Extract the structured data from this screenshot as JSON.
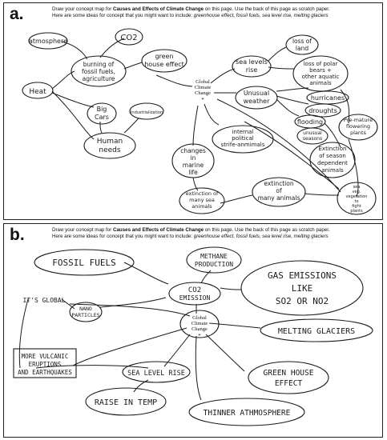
{
  "instructions": {
    "line1_pre": "Draw your concept map for ",
    "line1_bold": "Causes and Effects of Climate Change",
    "line1_post": " on this page. Use the back of this page as scratch paper.",
    "line2_pre": "Here are some ideas for concept that you might want to include: ",
    "line2_em": "greenhouse effect, fossil fuels, sea level rise, melting glaciers"
  },
  "panel_a": {
    "letter": "a.",
    "center": [
      "Global",
      "Climate",
      "Change"
    ],
    "nodes": {
      "atmosphere": "atmosphere",
      "co2": "CO2",
      "burning": [
        "burning of",
        "fossil fuels,",
        "agriculture"
      ],
      "greenhouse": [
        "green",
        "house effect"
      ],
      "heat": "Heat",
      "big_cars": [
        "Big",
        "Cars"
      ],
      "industrialization": "Industrialization",
      "human_needs": [
        "Human",
        "needs"
      ],
      "sea_levels": [
        "sea levels",
        "rise"
      ],
      "loss_of_land": [
        "loss of",
        "land"
      ],
      "polar_bears": [
        "loss of polar",
        "bears +",
        "other aquatic",
        "animals"
      ],
      "unusual_weather": [
        "Unusual",
        "weather"
      ],
      "hurricanes": "hurricanes",
      "droughts": "droughts",
      "flooding": "flooding",
      "unusual_seasons": [
        "unusual",
        "seasons"
      ],
      "premature": [
        "Pre-mature",
        "flowering",
        "plants"
      ],
      "extinction_season": [
        "Extinction",
        "of season",
        "dependent",
        "animals"
      ],
      "internal": [
        "internal",
        "political",
        "strife-anmimals"
      ],
      "marine": [
        "changes",
        "in",
        "marine",
        "life"
      ],
      "extinction_sea": [
        "extinction of",
        "many sea",
        "animals"
      ],
      "extinction_many": [
        "extinction",
        "of",
        "many animals"
      ],
      "sea_veg": [
        "sea",
        "veg.",
        "vegetation",
        "to",
        "fight",
        "plants"
      ]
    }
  },
  "panel_b": {
    "letter": "b.",
    "center": [
      "Global",
      "Climate",
      "Change"
    ],
    "nodes": {
      "fossil_fuels": "FOSSIL FUELS",
      "methane": [
        "METHANE",
        "PRODUCTION"
      ],
      "co2_emission": [
        "CO2",
        "EMISSION"
      ],
      "gas_emissions": [
        "GAS EMISSIONS",
        "LIKE",
        "SO2 OR NO2"
      ],
      "its_global": "IT'S GLOBAL",
      "nano_particles": [
        "NANO",
        "PARTICLES"
      ],
      "melting_glaciers": "MELTING GLACIERS",
      "volcanic": [
        "MORE VULCANIC",
        "ERUPTIONS",
        "AND EARTHQUAKES"
      ],
      "sea_level_rise": "SEA LEVEL RISE",
      "greenhouse": [
        "GREEN HOUSE",
        "EFFECT"
      ],
      "raise_temp": "RAISE IN TEMP",
      "thinner": "THINNER ATHMOSPHERE"
    }
  }
}
